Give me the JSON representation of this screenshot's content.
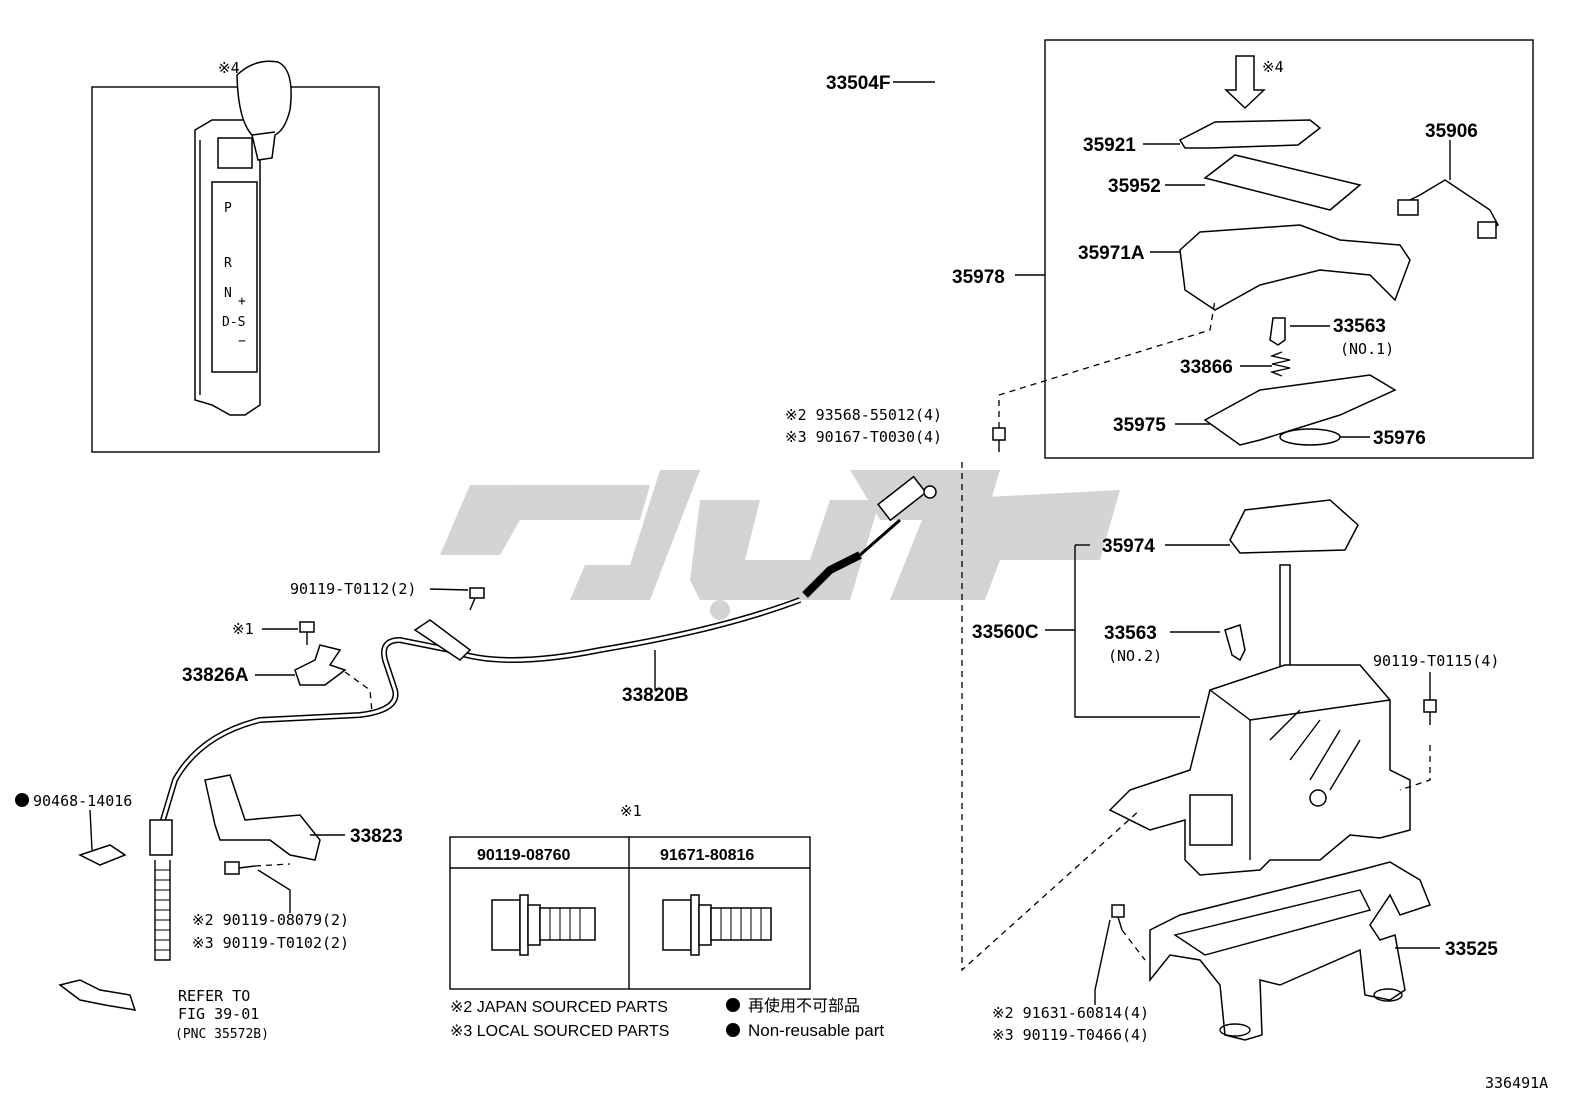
{
  "legend_markers": {
    "m4_left": "※4",
    "m4_arrow": "※4",
    "m1_table": "※1",
    "m1_bolt": "※1"
  },
  "shift_plate": {
    "positions": [
      "P",
      "R",
      "N",
      "D-S"
    ],
    "plus": "+",
    "minus": "−"
  },
  "parts": {
    "p33504F": "33504F",
    "p35921": "35921",
    "p35906": "35906",
    "p35952": "35952",
    "p35971A": "35971A",
    "p35978": "35978",
    "p33563_1": "33563",
    "p33563_1_sub": "(NO.1)",
    "p33866": "33866",
    "p35975": "35975",
    "p35976": "35976",
    "p93568_line1": "※2 93568-55012(4)",
    "p93568_line2": "※3 90167-T0030(4)",
    "p90119_T0112": "90119-T0112(2)",
    "p33826A": "33826A",
    "p33820B": "33820B",
    "p35974": "35974",
    "p33560C": "33560C",
    "p33563_2": "33563",
    "p33563_2_sub": "(NO.2)",
    "p90119_T0115": "90119-T0115(4)",
    "p90468": "90468-14016",
    "p33823": "33823",
    "p90119_08079_line1": "※2 90119-08079(2)",
    "p90119_08079_line2": "※3 90119-T0102(2)",
    "refer_line1": "REFER TO",
    "refer_line2": "FIG 39-01",
    "refer_line3": "(PNC 35572B)",
    "p33525": "33525",
    "p91631_line1": "※2 91631-60814(4)",
    "p91631_line2": "※3 90119-T0466(4)"
  },
  "bolt_table": {
    "headers": [
      "90119-08760",
      "91671-80816"
    ]
  },
  "notes": {
    "japan": "※2 JAPAN SOURCED PARTS",
    "local": "※3 LOCAL SOURCED PARTS",
    "nonreuse_jp": "再使用不可部品",
    "nonreuse_en": "Non-reusable part"
  },
  "figure_id": "336491A",
  "colors": {
    "line": "#000000",
    "watermark": "#c8c8c8"
  }
}
